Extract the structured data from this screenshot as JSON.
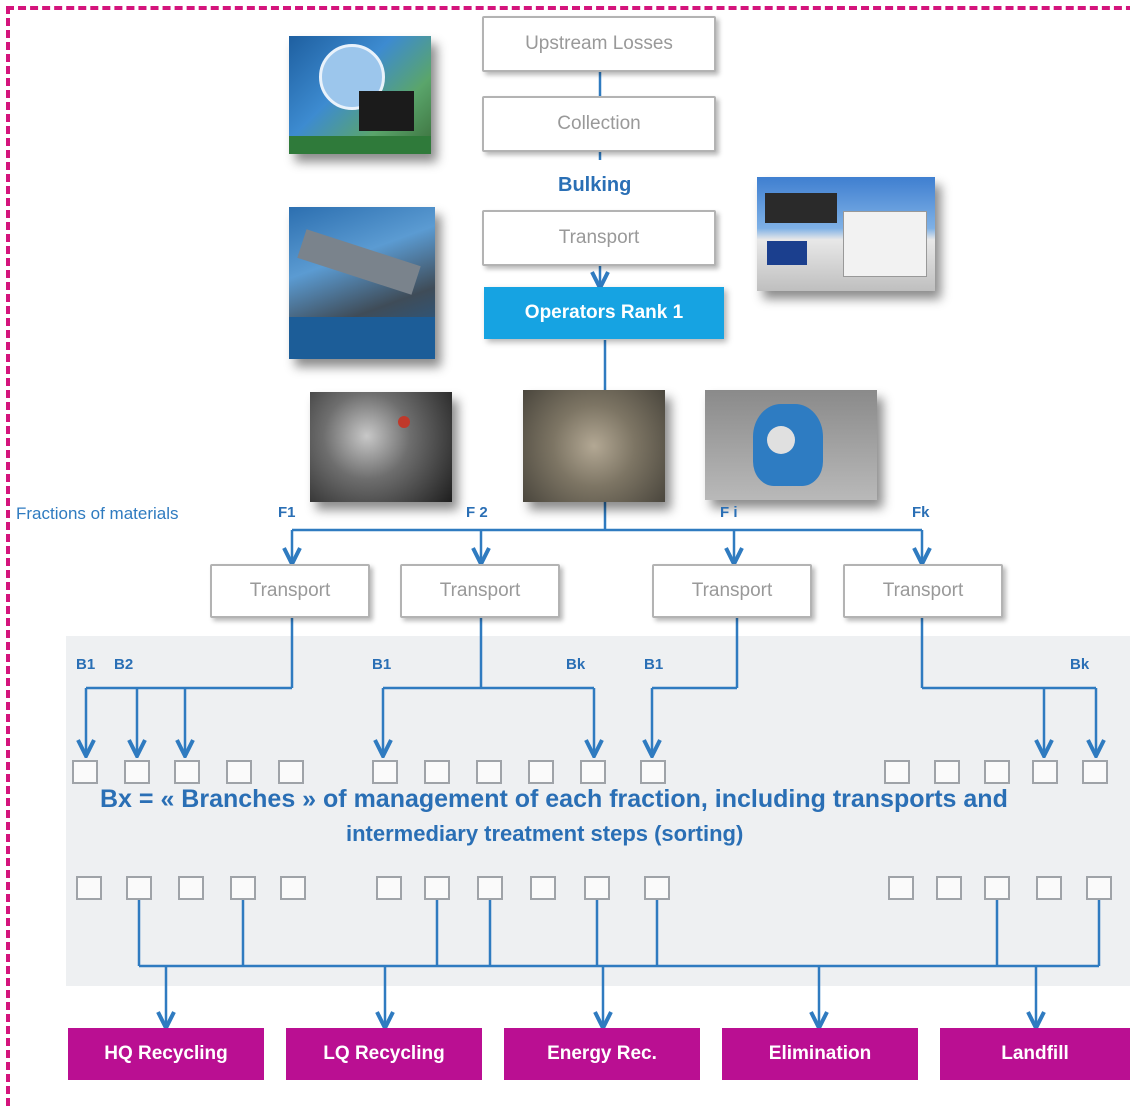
{
  "flow": {
    "upstream": "Upstream Losses",
    "collection": "Collection",
    "bulking": "Bulking",
    "transport": "Transport",
    "operators": "Operators Rank 1"
  },
  "fractions": {
    "label": "Fractions of materials",
    "f1": "F1",
    "f2": "F 2",
    "fi": "F i",
    "fk": "Fk",
    "transport1": "Transport",
    "transport2": "Transport",
    "transport3": "Transport",
    "transport4": "Transport"
  },
  "branches": {
    "b1a": "B1",
    "b2a": "B2",
    "b1b": "B1",
    "bkb": "Bk",
    "b1c": "B1",
    "bkd": "Bk",
    "caption_line1": "Bx = « Branches » of management of each fraction, including transports and",
    "caption_line2": "intermediary treatment steps (sorting)"
  },
  "outcomes": {
    "hq": "HQ Recycling",
    "lq": "LQ Recycling",
    "energy": "Energy Rec.",
    "elimination": "Elimination",
    "landfill": "Landfill"
  },
  "colors": {
    "accent_magenta": "#ba0f92",
    "operator_blue": "#16a3e2",
    "arrow_blue": "#2f7bc0"
  }
}
